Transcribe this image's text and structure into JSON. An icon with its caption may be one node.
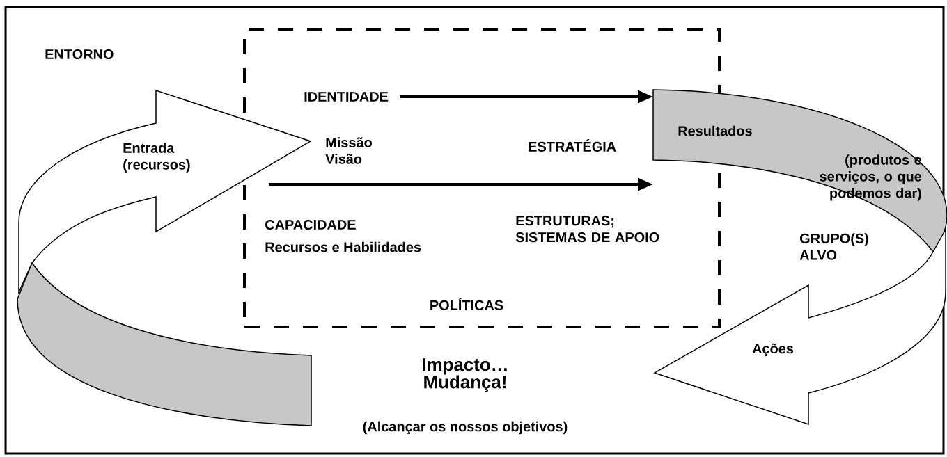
{
  "diagram": {
    "nodes": [
      {
        "text": [],
        "shape": "box"
      },
      {
        "text": [
          "IDENTIDADE"
        ],
        "in": 0
      },
      {
        "text": [
          "Entrada (recursos)"
        ]
      },
      {
        "text": [
          "Resultados",
          "(produtos e serviços, o que podemos dar)"
        ]
      },
      {
        "text": [
          "Ações"
        ]
      }
    ],
    "edges": [
      {
        "from": 1,
        "to": 3,
        "arrow": "to"
      },
      {
        "from": null,
        "to": 3,
        "arrow": "to"
      }
    ],
    "labels": [
      "ENTORNO",
      "Missão Visão",
      "ESTRATÉGIA",
      "CAPACIDADE",
      "Recursos e Habilidades",
      "ESTRUTURAS; SISTEMAS DE APOIO",
      "GRUPO(S) ALVO",
      "POLÍTICAS",
      "Impacto… Mudança!",
      "(Alcançar os nossos objetivos)"
    ]
  }
}
